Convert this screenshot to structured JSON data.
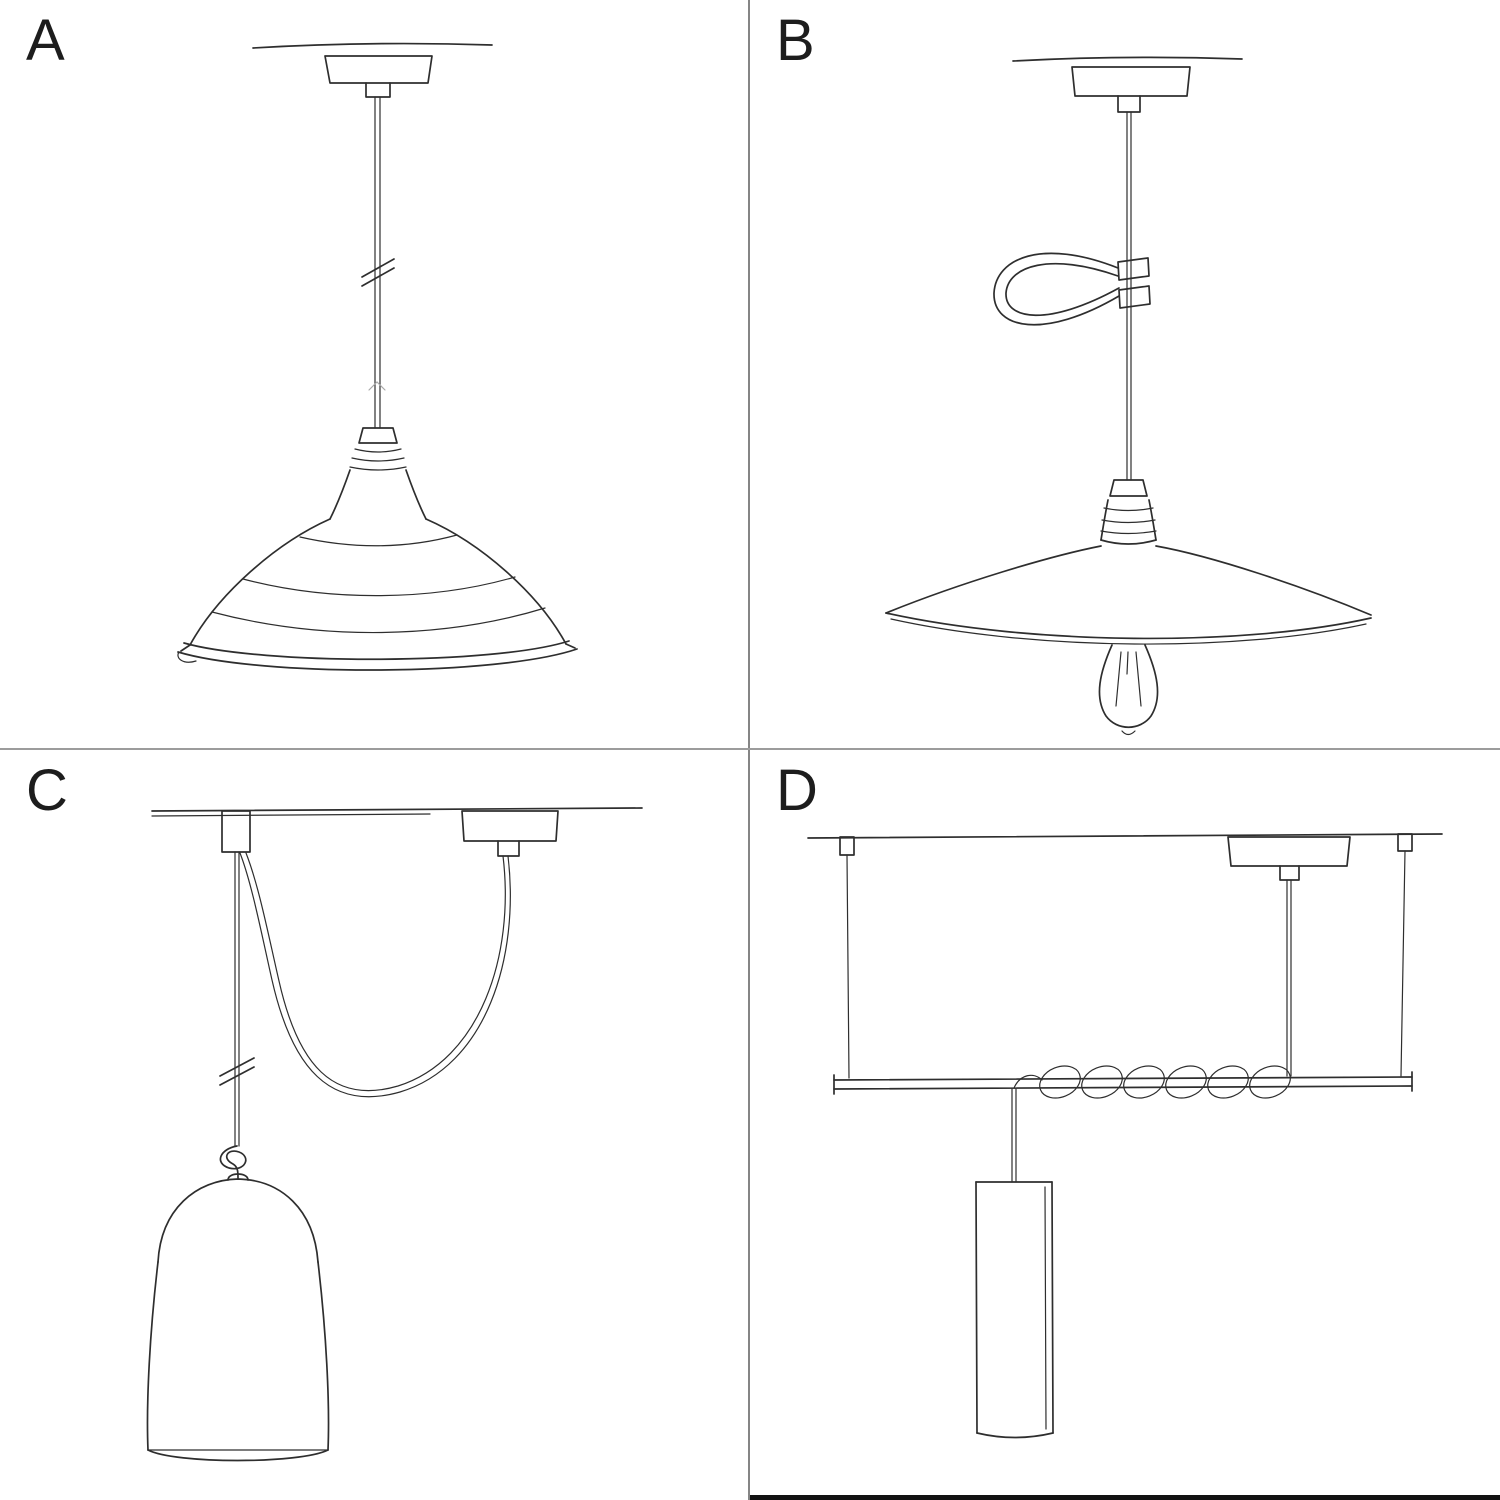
{
  "page": {
    "background_color": "#ffffff",
    "divider_color": "#8d8d8d",
    "sketch_color": "#2e2e2e"
  },
  "panels": [
    {
      "label": "A",
      "name": "pendant-with-wide-metal-shade-sketch"
    },
    {
      "label": "B",
      "name": "pendant-with-flat-plate-shade-bulb-and-wooden-clamp-sketch"
    },
    {
      "label": "C",
      "name": "swag-pendant-with-hook-knot-and-bell-jar-shade-sketch"
    },
    {
      "label": "D",
      "name": "bar-suspension-with-coiled-cable-and-tube-shade-sketch"
    }
  ]
}
